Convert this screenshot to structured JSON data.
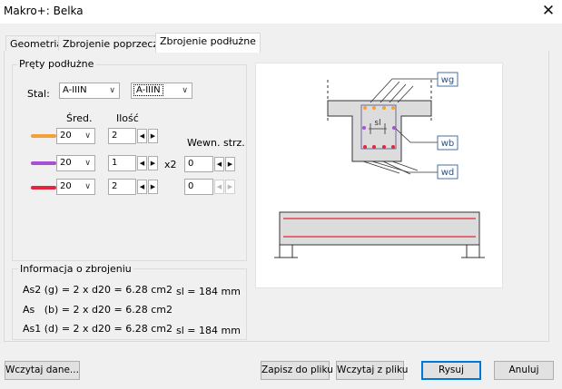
{
  "window": {
    "title": "Makro+: Belka",
    "close_glyph": "✕"
  },
  "tabs": [
    {
      "label": "Geometria"
    },
    {
      "label": "Zbrojenie poprzeczne"
    },
    {
      "label": "Zbrojenie podłużne",
      "active": true
    }
  ],
  "rods_group": {
    "legend": "Pręty podłużne",
    "steel_label": "Stal:",
    "steel_main": "A-IIIN",
    "steel_secondary": "A-IIIN",
    "col_diameter": "Śred.",
    "col_count": "Ilość",
    "internal_label": "Wewn. strz.",
    "x2_label": "x2",
    "rows": [
      {
        "color": "#f2a13a",
        "diameter": "20",
        "count": "2"
      },
      {
        "color": "#a650d6",
        "diameter": "20",
        "count": "1",
        "internal": "0"
      },
      {
        "color": "#e3263a",
        "diameter": "20",
        "count": "2",
        "internal": "0"
      }
    ]
  },
  "info_group": {
    "legend": "Informacja o zbrojeniu",
    "lines": [
      "As2 (g) = 2 x d20 = 6.28 cm2",
      "As   (b) = 2 x d20 = 6.28 cm2",
      "As1 (d) = 2 x d20 = 6.28 cm2"
    ],
    "sl_top": "sl = 184 mm",
    "sl_bottom": "sl = 184 mm"
  },
  "diagram": {
    "labels": {
      "wg": "wg",
      "wb": "wb",
      "wd": "wd",
      "sl": "sl"
    },
    "colors": {
      "top_bars": "#f2a13a",
      "side_bars": "#a650d6",
      "bottom_bars": "#e3263a",
      "outline": "#333333",
      "fill": "#dcdcdc",
      "label_border": "#4a6fa5"
    }
  },
  "buttons": {
    "load_data": "Wczytaj dane...",
    "save_file": "Zapisz do pliku",
    "load_file": "Wczytaj z pliku",
    "draw": "Rysuj",
    "cancel": "Anuluj"
  }
}
